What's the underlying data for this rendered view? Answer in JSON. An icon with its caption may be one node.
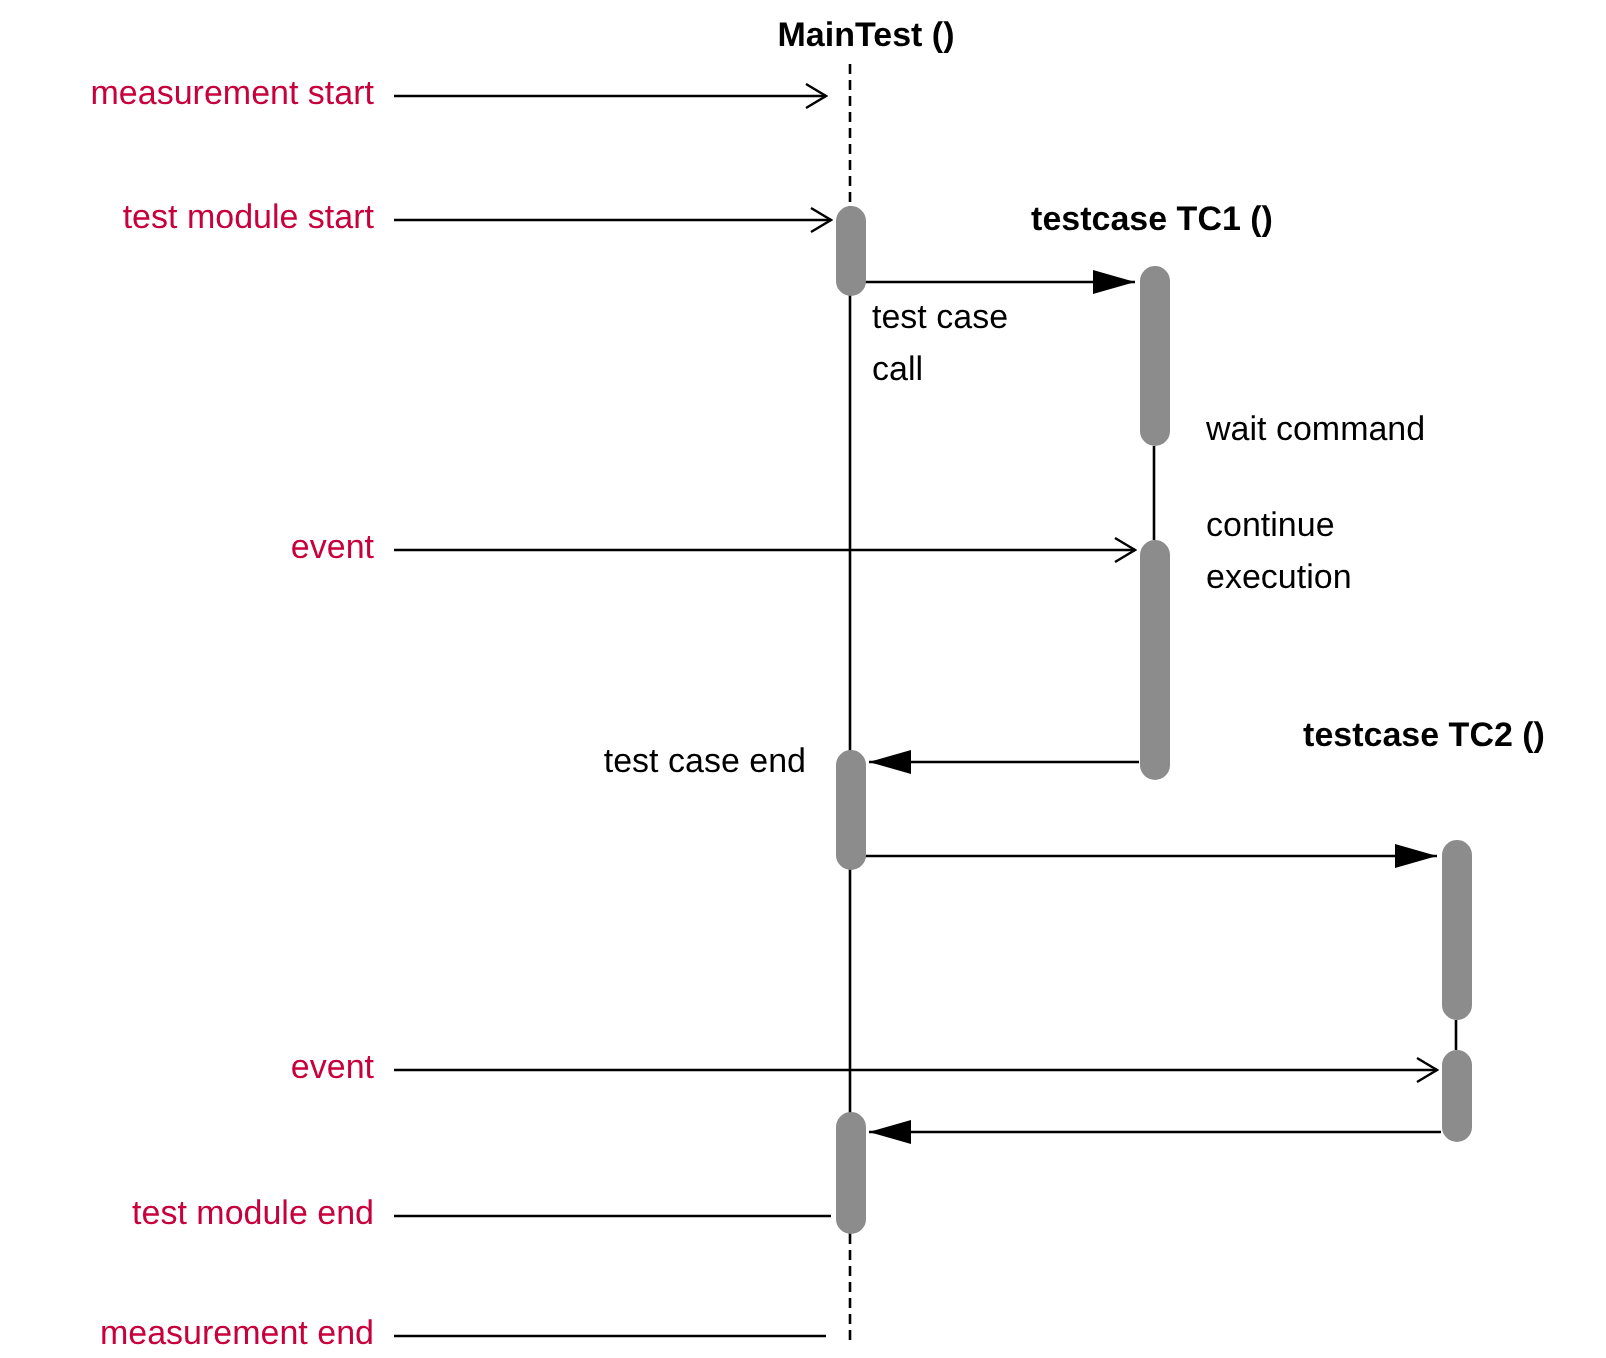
{
  "diagram": {
    "nodes": [
      {
        "text": [
          "MainTest ()"
        ]
      },
      {
        "text": [],
        "shape": "bar",
        "in": 0
      },
      {
        "text": [],
        "shape": "bar",
        "in": 0
      },
      {
        "text": [],
        "shape": "bar",
        "in": 0
      },
      {
        "text": [
          "testcase TC1 ()"
        ]
      },
      {
        "text": [],
        "shape": "bar",
        "in": 4
      },
      {
        "text": [],
        "shape": "bar",
        "in": 4
      },
      {
        "text": [
          "testcase TC2 ()"
        ]
      },
      {
        "text": [],
        "shape": "bar",
        "in": 7
      },
      {
        "text": [],
        "shape": "bar",
        "in": 7
      },
      {
        "text": [
          "measurement start"
        ]
      },
      {
        "text": [
          "test module start"
        ]
      },
      {
        "text": [
          "event"
        ]
      },
      {
        "text": [
          "event"
        ]
      },
      {
        "text": [
          "test module end"
        ]
      },
      {
        "text": [
          "measurement end"
        ]
      }
    ],
    "edges": [
      {
        "from": 10,
        "to": 0,
        "arrow": "to"
      },
      {
        "from": 11,
        "to": 1,
        "arrow": "to"
      },
      {
        "from": 1,
        "to": 5,
        "arrow": "to",
        "label": "test case call"
      },
      {
        "from": 12,
        "to": 6,
        "arrow": "to"
      },
      {
        "from": 6,
        "to": 2,
        "arrow": "to",
        "label": "test case end"
      },
      {
        "from": 2,
        "to": 8,
        "arrow": "to"
      },
      {
        "from": 13,
        "to": 9,
        "arrow": "to"
      },
      {
        "from": 9,
        "to": 3,
        "arrow": "to"
      },
      {
        "from": 14,
        "to": 3,
        "arrow": "none"
      },
      {
        "from": 15,
        "to": 0,
        "arrow": "none"
      },
      {
        "from": 5,
        "to": 6,
        "arrow": "none"
      },
      {
        "from": 8,
        "to": 9,
        "arrow": "none"
      }
    ],
    "labels": [
      "wait command",
      "continue execution"
    ]
  }
}
